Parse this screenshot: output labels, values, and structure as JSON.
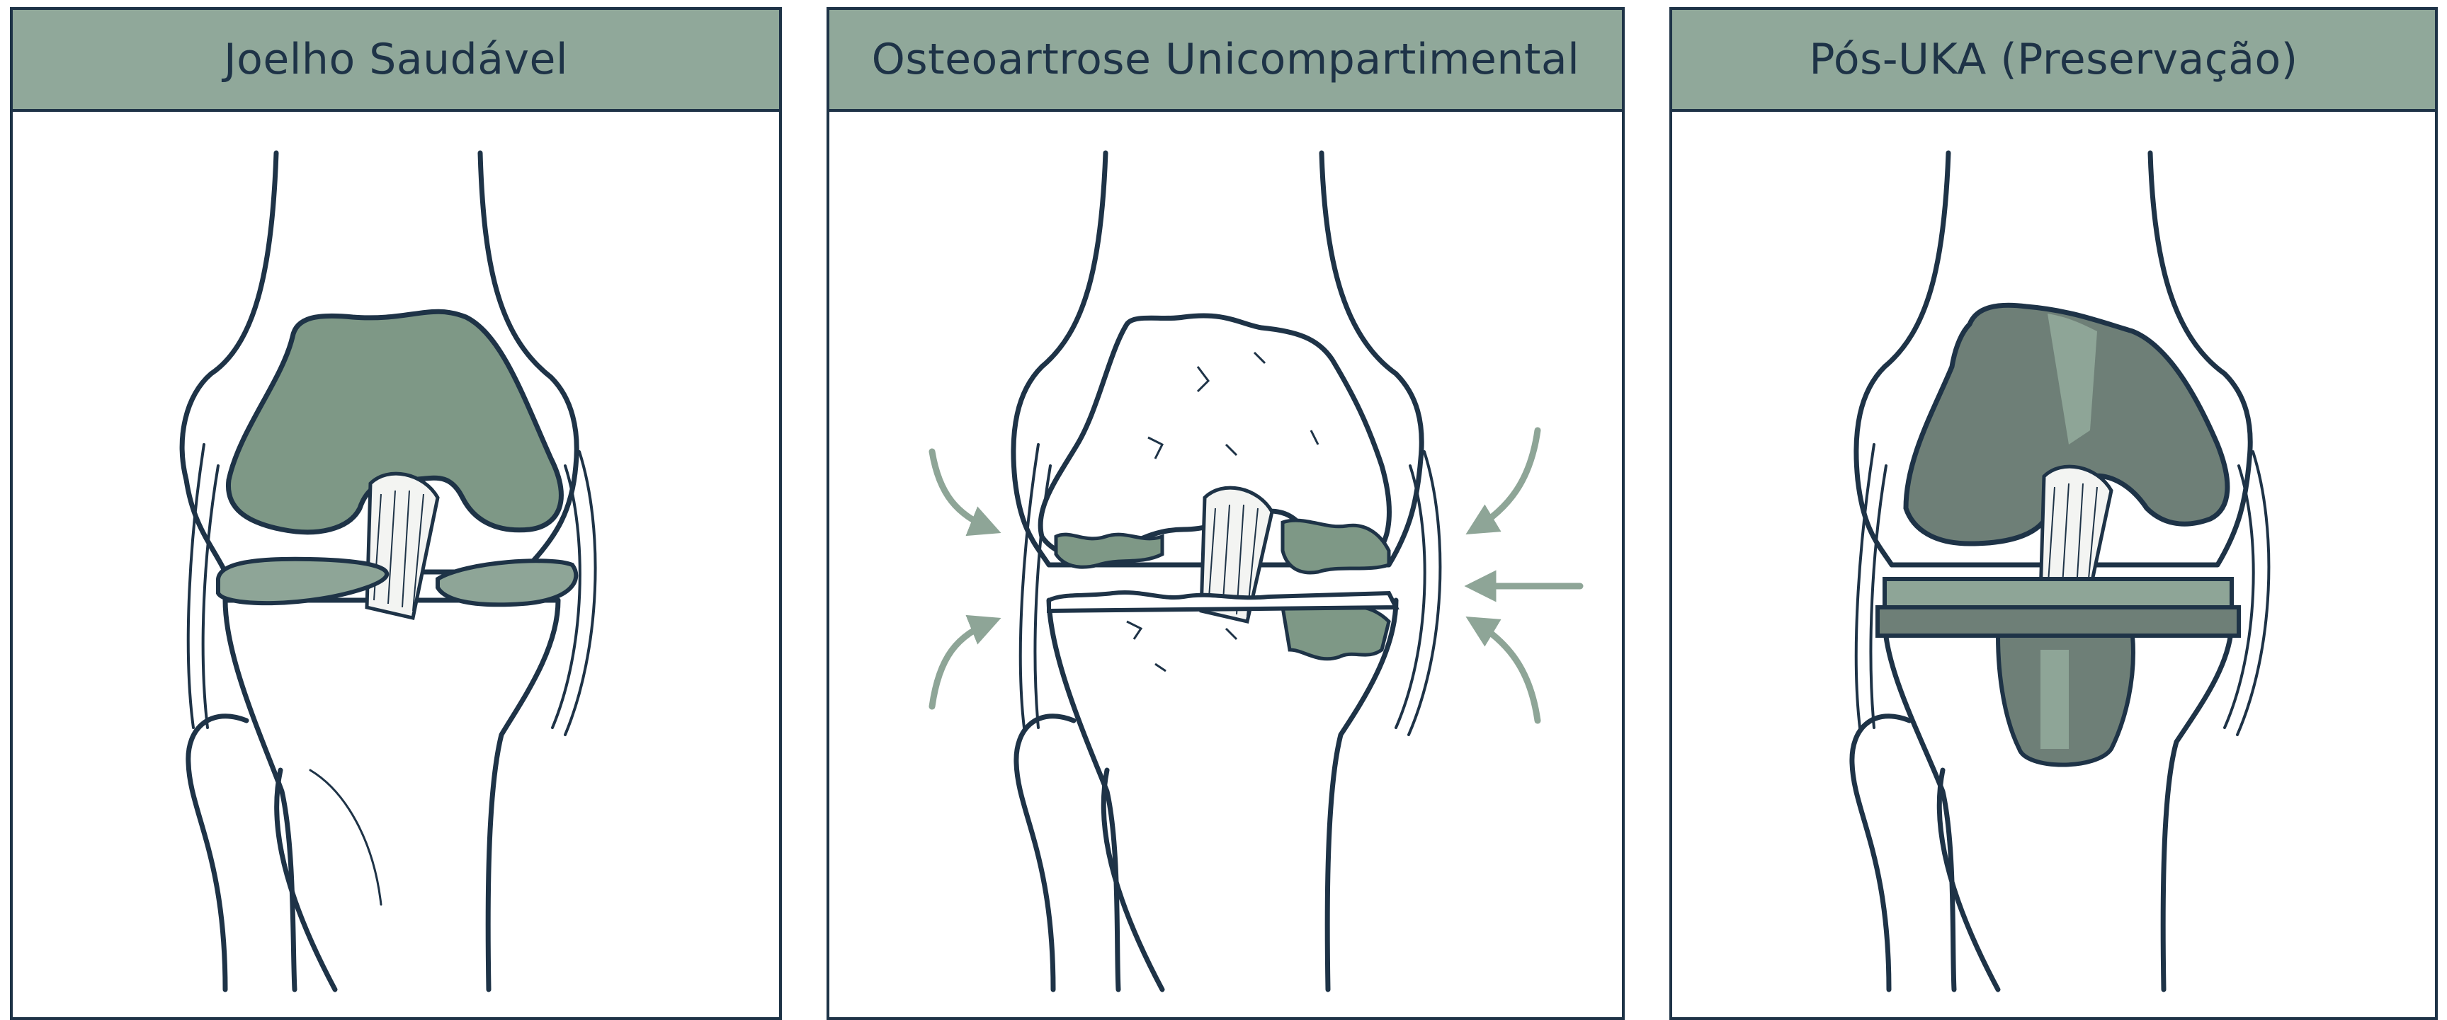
{
  "panels": [
    {
      "title": "Joelho Saudável"
    },
    {
      "title": "Osteoartrose Unicompartimental"
    },
    {
      "title": "Pós-UKA (Preservação)"
    }
  ],
  "colors": {
    "outline": "#1e3347",
    "header": "#90a89a",
    "cartilage": "#7e9886",
    "implant_dark": "#6e7f77",
    "implant_light": "#8ea597",
    "arrow": "#8ea597",
    "ligament": "#f3f4f2"
  }
}
